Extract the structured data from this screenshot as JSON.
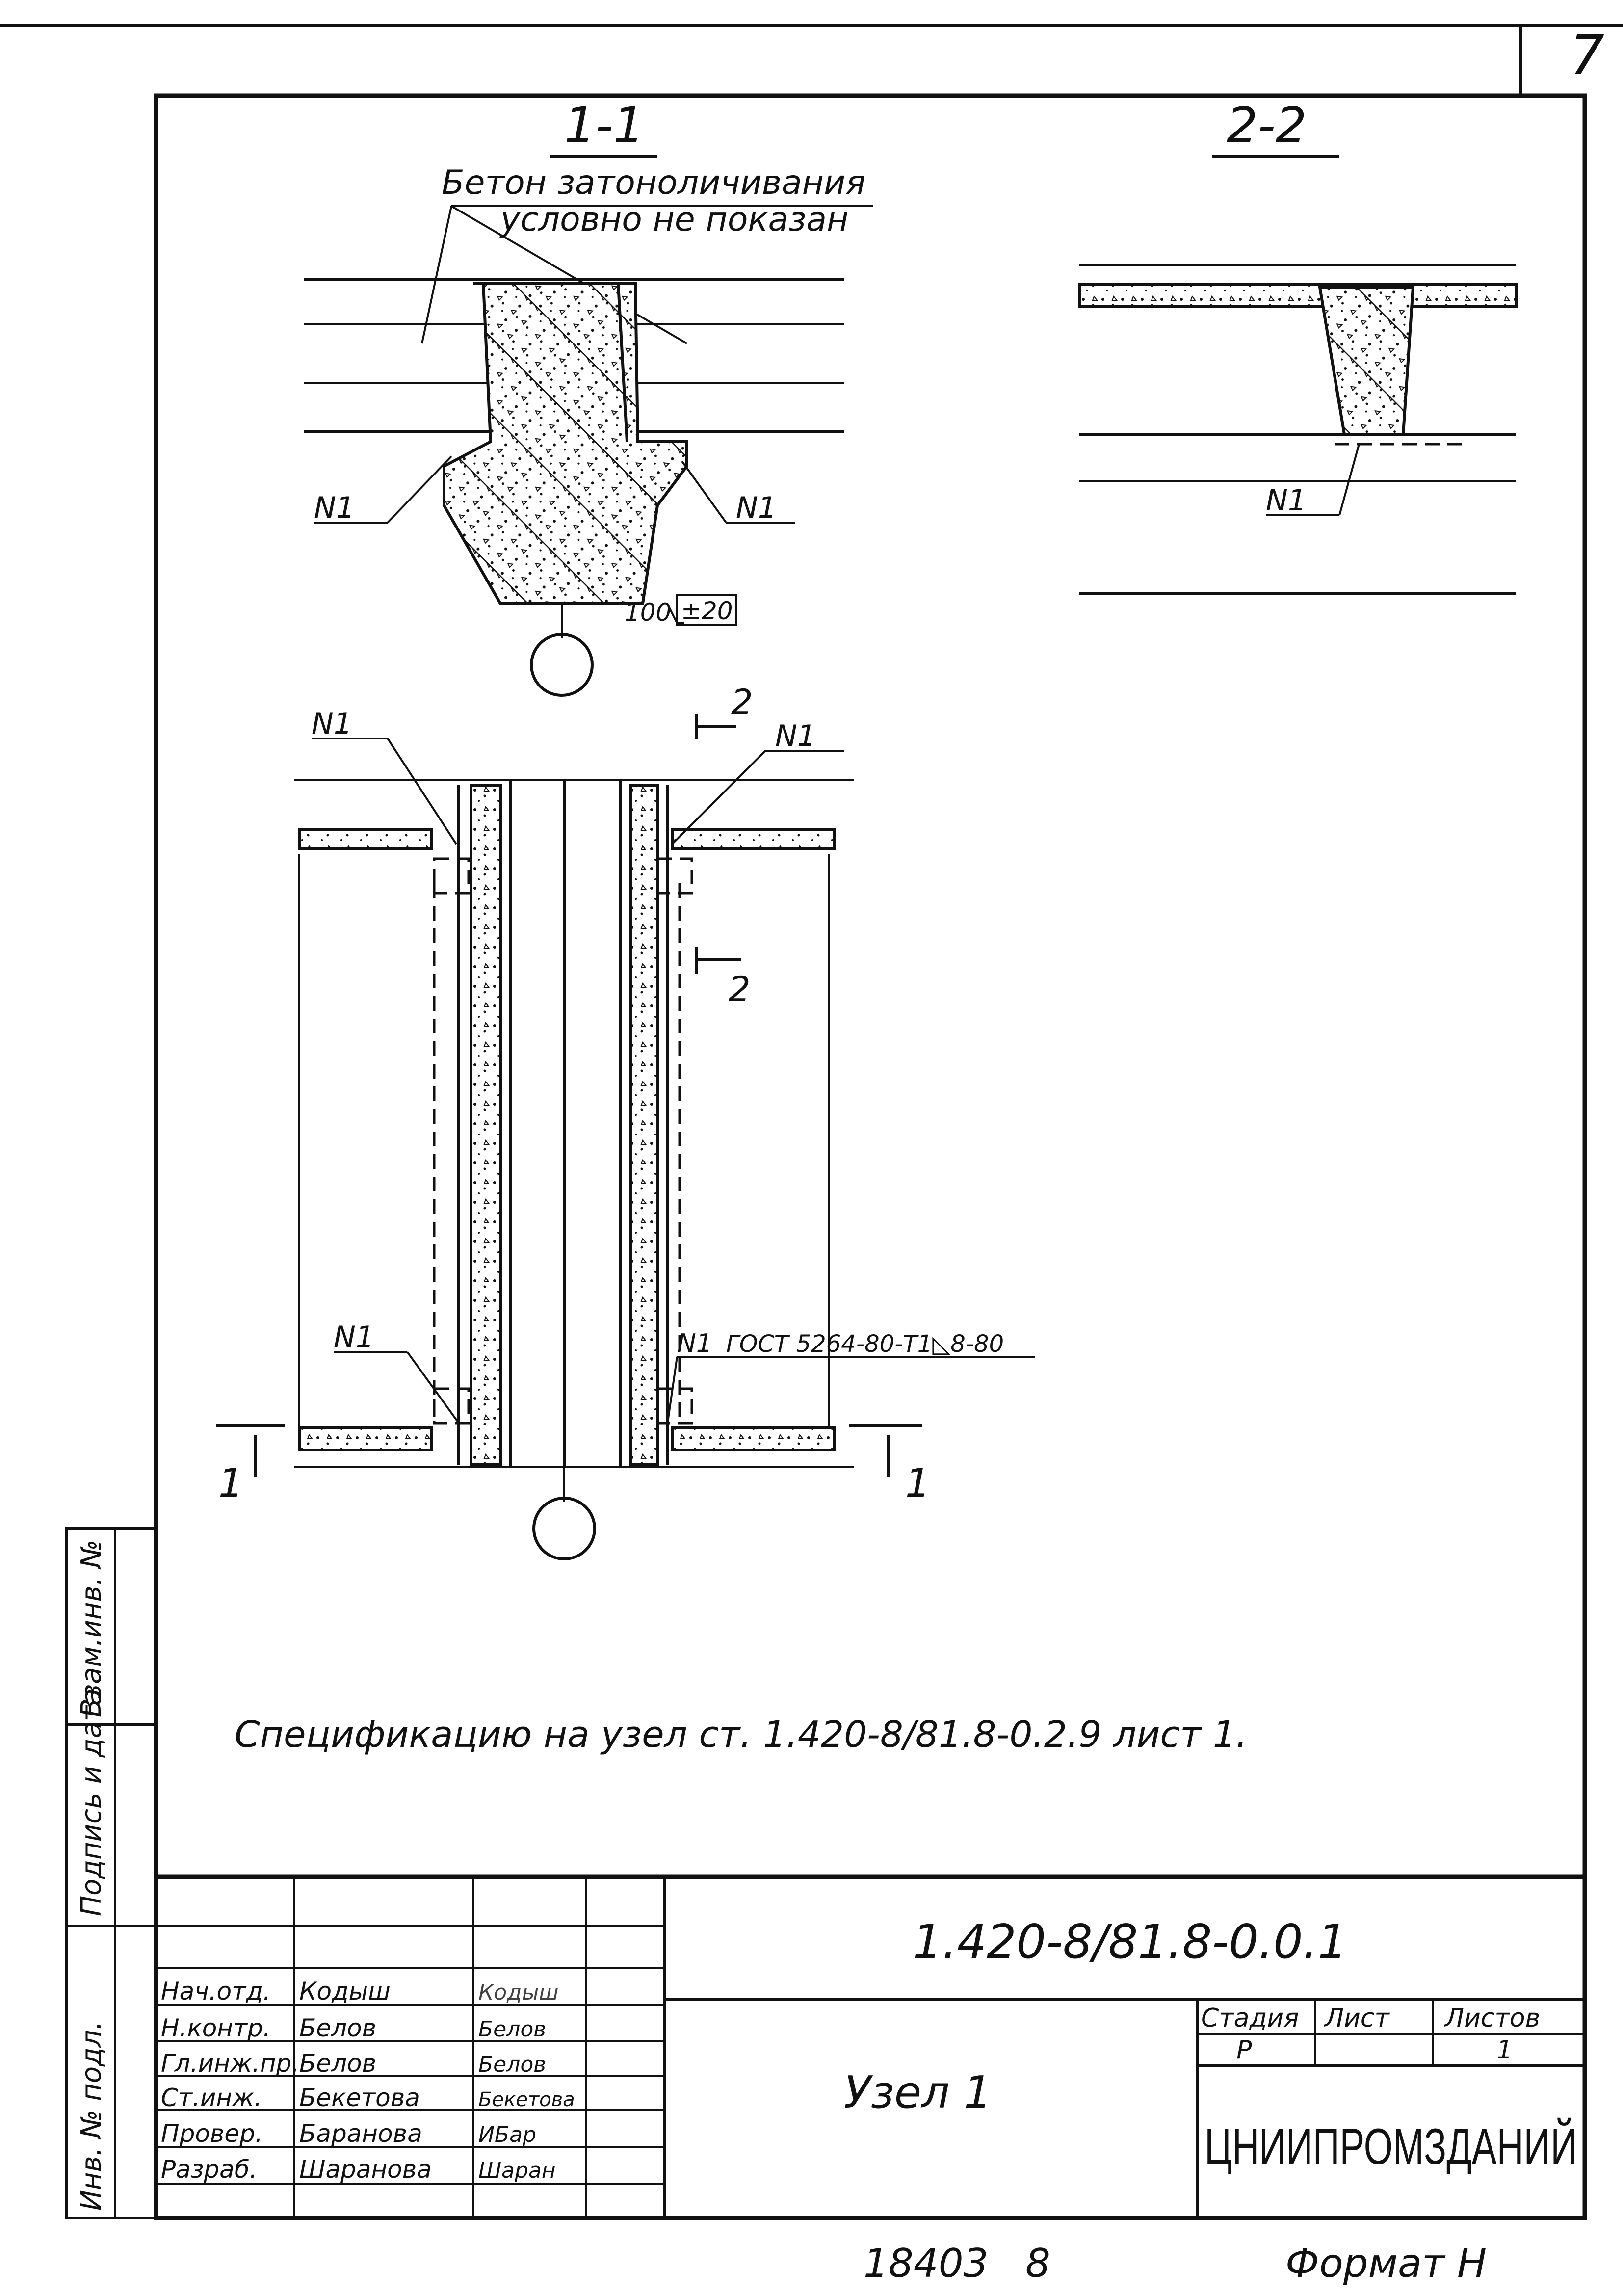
{
  "sheet_number": "7",
  "sections": {
    "s11": "1-1",
    "s22": "2-2"
  },
  "notes": {
    "concrete_line1": "Бетон затоноличивания",
    "concrete_line2": "условно не показан",
    "spec_text": "Спецификацию на узел ст. 1.420-8/81.8-0.2.9 лист 1.",
    "weld_gost": "ГОСТ 5264-80-Т1◺8-80"
  },
  "labels": {
    "n1": "N1",
    "dim_100": "100",
    "dim_pm20": "±20",
    "cut_1": "1",
    "cut_2": "2"
  },
  "side_stamp": {
    "inv_vzam": "Взам.инв. №",
    "podp_data": "Подпись и дата",
    "inv_podl": "Инв. № подл."
  },
  "title_block": {
    "code": "1.420-8/81.8-0.0.1",
    "name": "Узел 1",
    "stage_label": "Стадия",
    "sheet_label": "Лист",
    "sheets_label": "Листов",
    "stage_value": "Р",
    "sheets_value": "1",
    "org": "ЦНИИПРОМЗДАНИЙ",
    "rows": [
      {
        "role": "Нач.отд.",
        "name": "Кодыш",
        "sign": "Кодыш"
      },
      {
        "role": "Н.контр.",
        "name": "Белов",
        "sign": "Белов"
      },
      {
        "role": "Гл.инж.пр.",
        "name": "Белов",
        "sign": "Белов"
      },
      {
        "role": "Ст.инж.",
        "name": "Бекетова",
        "sign": "Бекетова"
      },
      {
        "role": "Провер.",
        "name": "Баранова",
        "sign": "ИБар"
      },
      {
        "role": "Разраб.",
        "name": "Шаранова",
        "sign": "Шаран"
      }
    ]
  },
  "footer": {
    "archive_number": "18403",
    "copy_number": "8",
    "format": "Формат Н"
  }
}
